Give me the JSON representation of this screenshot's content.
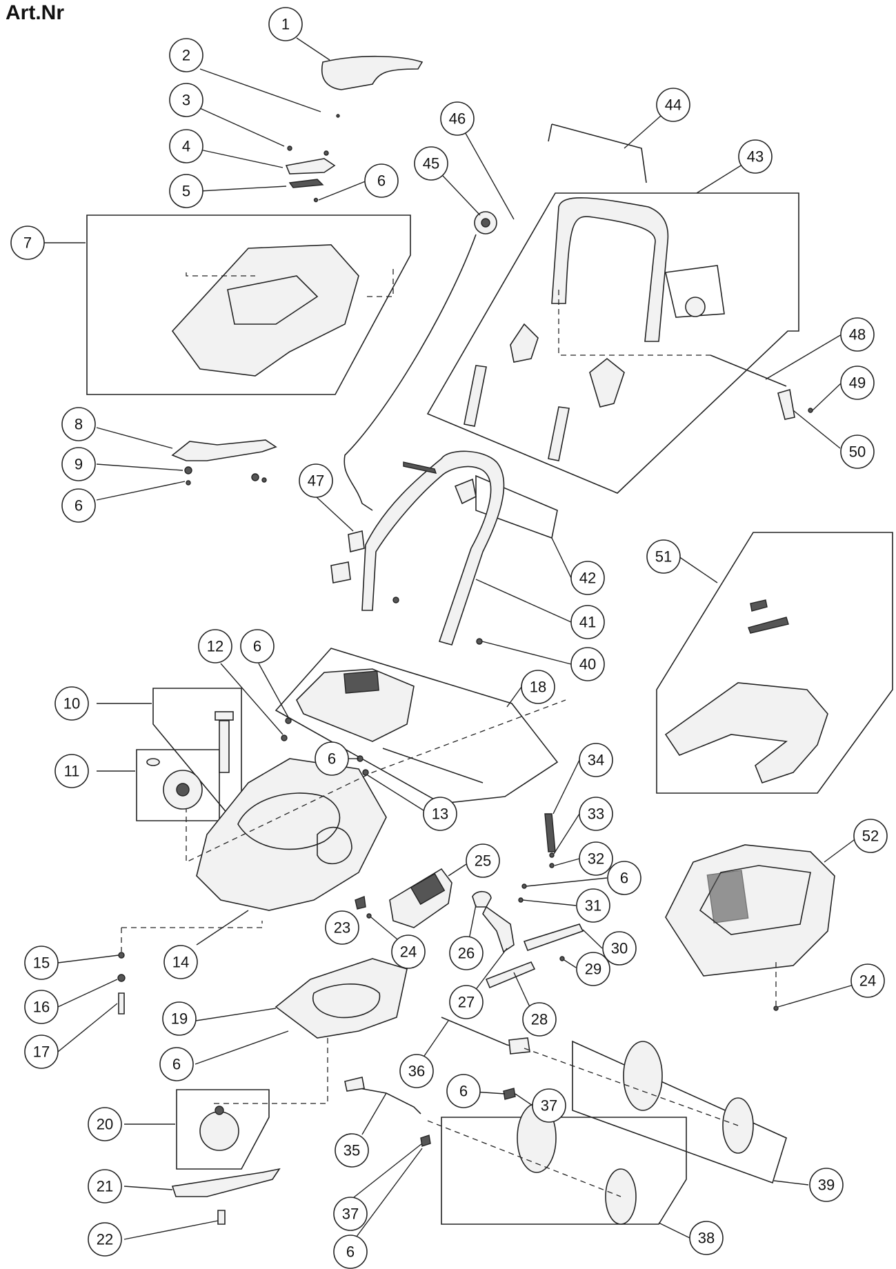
{
  "header": {
    "title": "Art.Nr"
  },
  "callouts": [
    {
      "id": "c1",
      "label": "1"
    },
    {
      "id": "c2",
      "label": "2"
    },
    {
      "id": "c3",
      "label": "3"
    },
    {
      "id": "c4",
      "label": "4"
    },
    {
      "id": "c5",
      "label": "5"
    },
    {
      "id": "c6a",
      "label": "6"
    },
    {
      "id": "c7",
      "label": "7"
    },
    {
      "id": "c8",
      "label": "8"
    },
    {
      "id": "c9",
      "label": "9"
    },
    {
      "id": "c6b",
      "label": "6"
    },
    {
      "id": "c10",
      "label": "10"
    },
    {
      "id": "c11",
      "label": "11"
    },
    {
      "id": "c12",
      "label": "12"
    },
    {
      "id": "c6c",
      "label": "6"
    },
    {
      "id": "c6d",
      "label": "6"
    },
    {
      "id": "c13",
      "label": "13"
    },
    {
      "id": "c14",
      "label": "14"
    },
    {
      "id": "c15",
      "label": "15"
    },
    {
      "id": "c16",
      "label": "16"
    },
    {
      "id": "c17",
      "label": "17"
    },
    {
      "id": "c18",
      "label": "18"
    },
    {
      "id": "c19",
      "label": "19"
    },
    {
      "id": "c6e",
      "label": "6"
    },
    {
      "id": "c20",
      "label": "20"
    },
    {
      "id": "c21",
      "label": "21"
    },
    {
      "id": "c22",
      "label": "22"
    },
    {
      "id": "c23",
      "label": "23"
    },
    {
      "id": "c24a",
      "label": "24"
    },
    {
      "id": "c25",
      "label": "25"
    },
    {
      "id": "c26",
      "label": "26"
    },
    {
      "id": "c27",
      "label": "27"
    },
    {
      "id": "c28",
      "label": "28"
    },
    {
      "id": "c29",
      "label": "29"
    },
    {
      "id": "c30",
      "label": "30"
    },
    {
      "id": "c31",
      "label": "31"
    },
    {
      "id": "c6f",
      "label": "6"
    },
    {
      "id": "c32",
      "label": "32"
    },
    {
      "id": "c33",
      "label": "33"
    },
    {
      "id": "c34",
      "label": "34"
    },
    {
      "id": "c35",
      "label": "35"
    },
    {
      "id": "c36",
      "label": "36"
    },
    {
      "id": "c6g",
      "label": "6"
    },
    {
      "id": "c37a",
      "label": "37"
    },
    {
      "id": "c37b",
      "label": "37"
    },
    {
      "id": "c6h",
      "label": "6"
    },
    {
      "id": "c38",
      "label": "38"
    },
    {
      "id": "c39",
      "label": "39"
    },
    {
      "id": "c40",
      "label": "40"
    },
    {
      "id": "c41",
      "label": "41"
    },
    {
      "id": "c42",
      "label": "42"
    },
    {
      "id": "c43",
      "label": "43"
    },
    {
      "id": "c44",
      "label": "44"
    },
    {
      "id": "c45",
      "label": "45"
    },
    {
      "id": "c46",
      "label": "46"
    },
    {
      "id": "c47",
      "label": "47"
    },
    {
      "id": "c48",
      "label": "48"
    },
    {
      "id": "c49",
      "label": "49"
    },
    {
      "id": "c50",
      "label": "50"
    },
    {
      "id": "c51",
      "label": "51"
    },
    {
      "id": "c52",
      "label": "52"
    },
    {
      "id": "c24b",
      "label": "24"
    }
  ]
}
